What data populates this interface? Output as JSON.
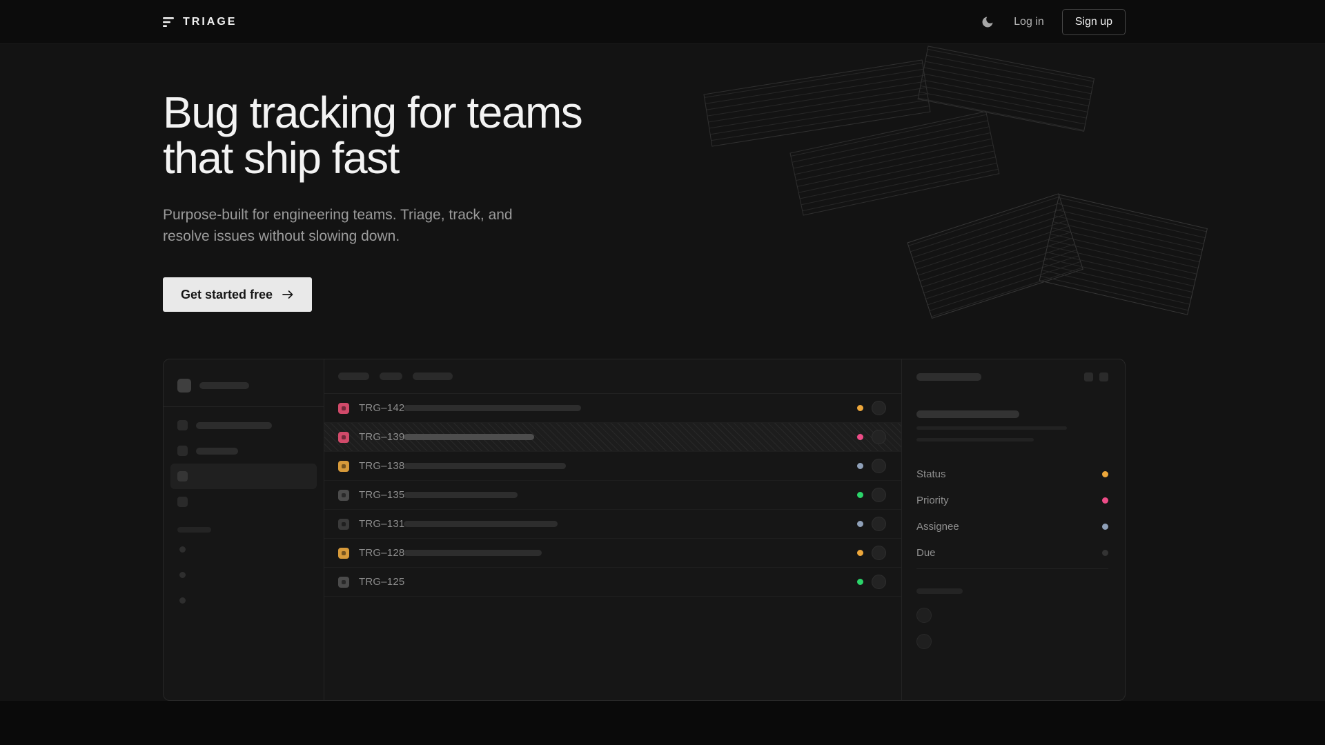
{
  "brand": {
    "name": "TRIAGE",
    "logo_icon": "triage-bars-icon"
  },
  "nav": {
    "theme_toggle_icon": "moon-icon",
    "login_label": "Log in",
    "signup_label": "Sign up"
  },
  "hero": {
    "title_lines": [
      "Bug tracking for teams",
      "that ship fast"
    ],
    "subtitle_lines": [
      "Purpose-built for engineering teams. Triage, track, and",
      "resolve issues without slowing down."
    ],
    "cta_label": "Get started free",
    "cta_icon": "arrow-right-icon"
  },
  "app_preview": {
    "issues": [
      {
        "id": "TRG–142",
        "type_color": "#d14a6a",
        "status_color": "#eda73b",
        "selected": false
      },
      {
        "id": "TRG–139",
        "type_color": "#d14a6a",
        "status_color": "#ed4c87",
        "selected": true
      },
      {
        "id": "TRG–138",
        "type_color": "#d79a3a",
        "status_color": "#8fa0b8",
        "selected": false
      },
      {
        "id": "TRG–135",
        "type_color": "#4b4b4b",
        "status_color": "#2bd46a",
        "selected": false
      },
      {
        "id": "TRG–131",
        "type_color": "#3a3a3a",
        "status_color": "#8fa0b8",
        "selected": false
      },
      {
        "id": "TRG–128",
        "type_color": "#d79a3a",
        "status_color": "#eda73b",
        "selected": false
      },
      {
        "id": "TRG–125",
        "type_color": "#4b4b4b",
        "status_color": "#2bd46a",
        "selected": false
      }
    ],
    "detail_panel": {
      "fields": [
        {
          "label": "Status",
          "value_color": "#eda73b"
        },
        {
          "label": "Priority",
          "value_color": "#ed4c87"
        },
        {
          "label": "Assignee",
          "value_color": "#8fa0b8"
        },
        {
          "label": "Due",
          "value_color": "#333333"
        }
      ]
    }
  },
  "colors": {
    "accent_amber": "#eda73b",
    "accent_pink": "#ed4c87",
    "accent_green": "#2bd46a",
    "accent_slate": "#8fa0b8",
    "page_background": "#121212",
    "cta_background": "#e9e9e9"
  }
}
